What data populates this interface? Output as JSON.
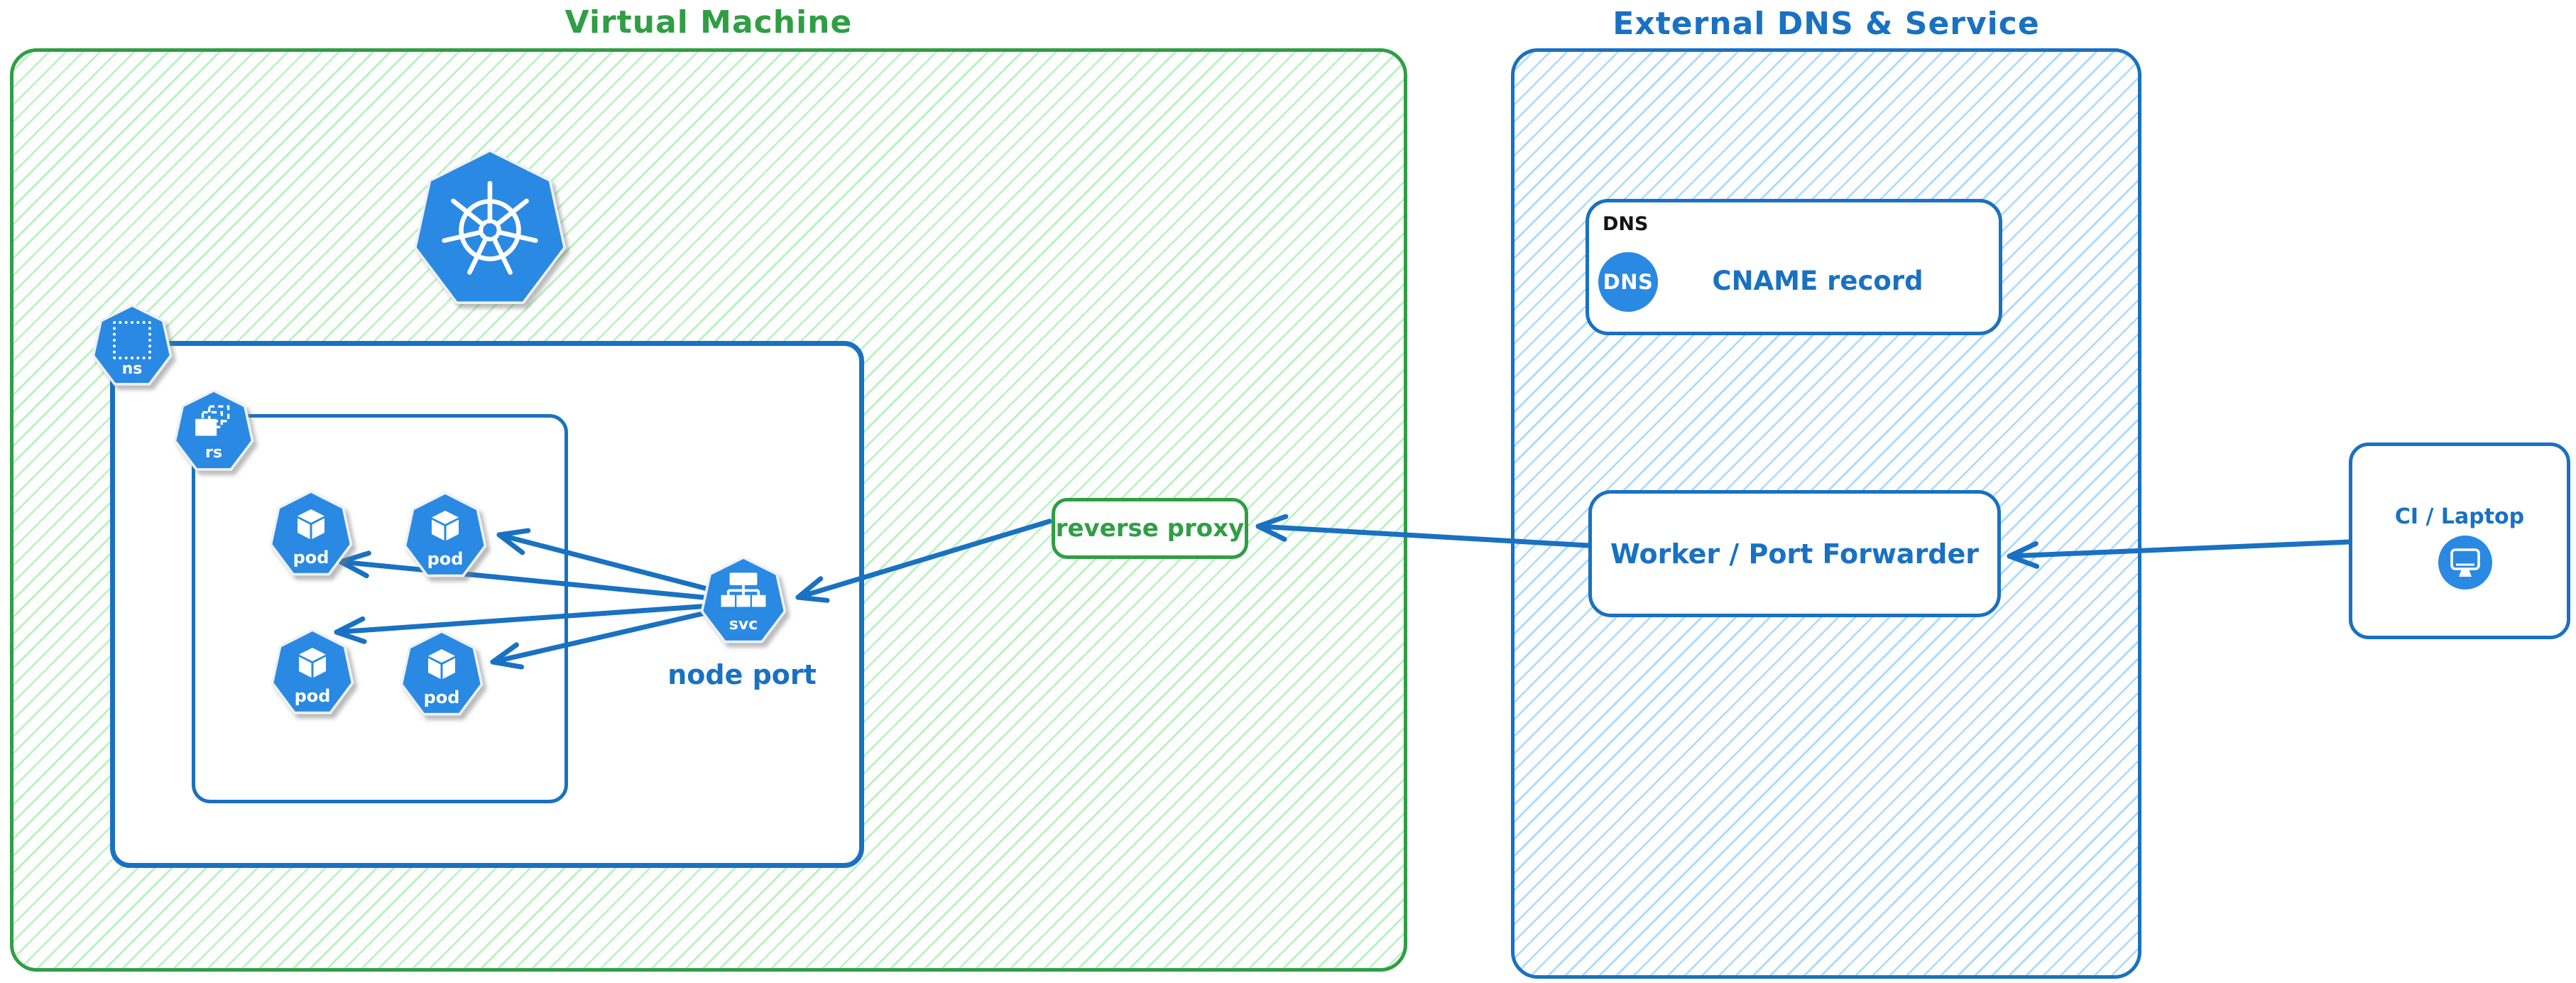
{
  "colors": {
    "green": "#2f9e44",
    "green_hatch": "#b2f2bb",
    "blue": "#1971c2",
    "blue_hatch": "#a5d8ff",
    "icon_blue": "#2a89e2"
  },
  "vm": {
    "title": "Virtual Machine",
    "namespace_icon_label": "ns",
    "replicaset_icon_label": "rs",
    "pod_labels": [
      "pod",
      "pod",
      "pod",
      "pod"
    ],
    "service_icon_label": "svc",
    "service_caption": "node port",
    "reverse_proxy_label": "reverse proxy"
  },
  "external": {
    "title": "External DNS & Service",
    "dns_tag": "DNS",
    "dns_badge": "DNS",
    "cname_label": "CNAME record",
    "worker_label": "Worker / Port Forwarder"
  },
  "ci": {
    "label": "CI / Laptop"
  }
}
